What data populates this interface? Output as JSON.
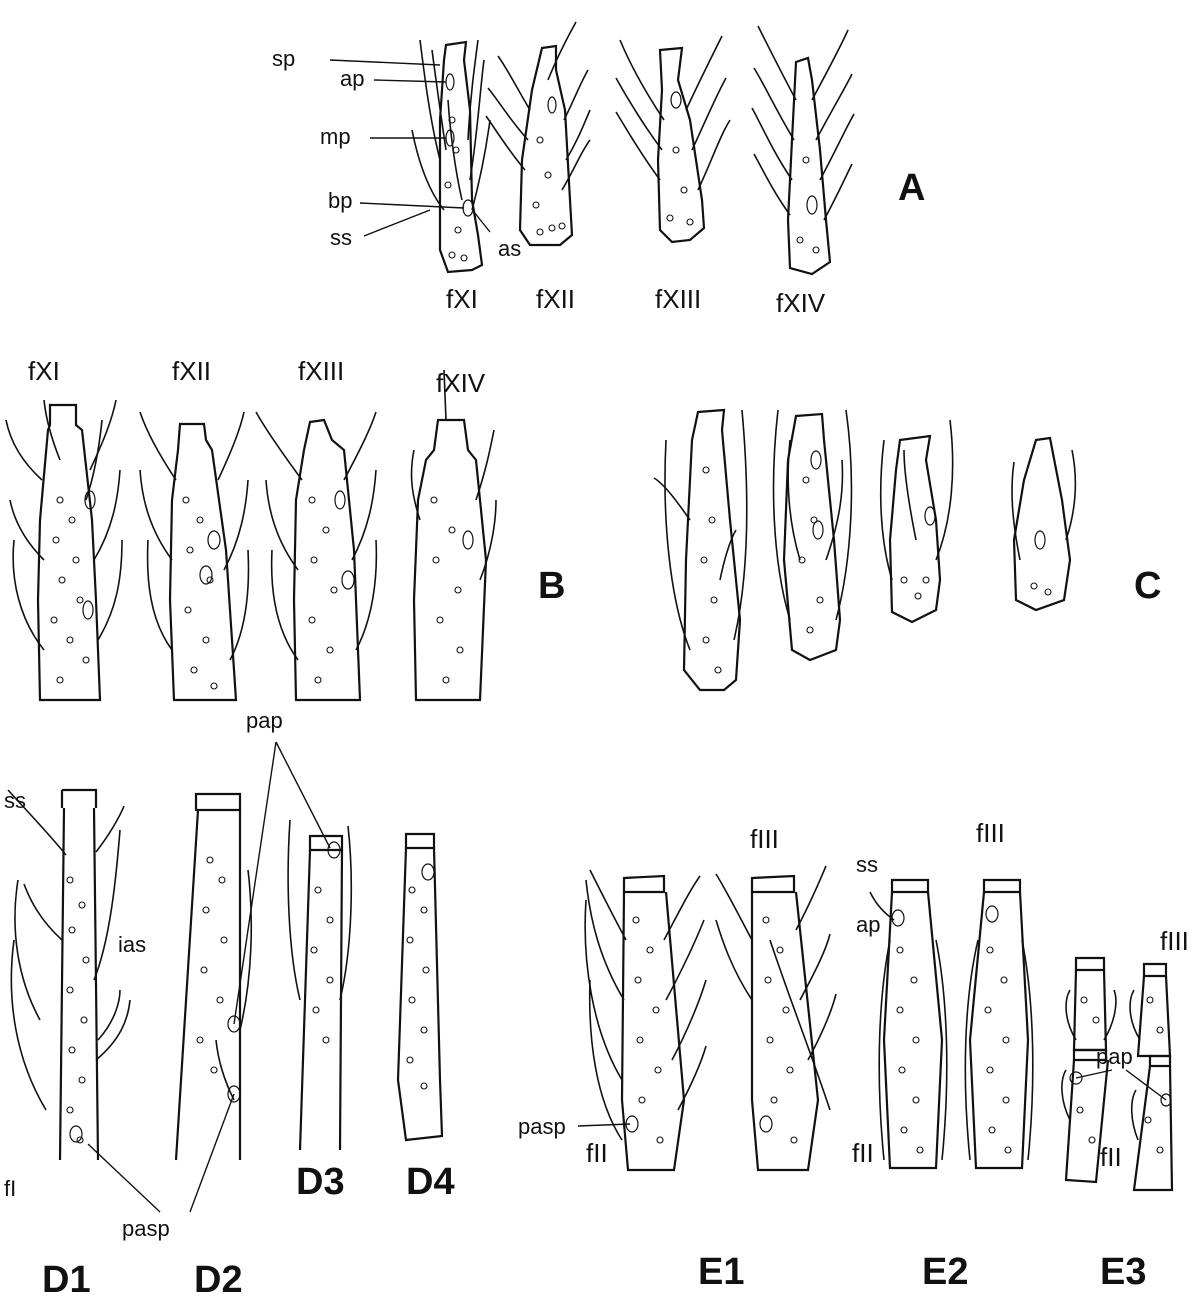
{
  "figure": {
    "panels": [
      {
        "id": "A",
        "label": "A",
        "segment_labels": [
          "fXI",
          "fXII",
          "fXIII",
          "fXIV"
        ],
        "structure_labels": [
          "sp",
          "ap",
          "mp",
          "bp",
          "ss",
          "as"
        ]
      },
      {
        "id": "B",
        "label": "B",
        "segment_labels": [
          "fXI",
          "fXII",
          "fXIII",
          "fXIV"
        ]
      },
      {
        "id": "C",
        "label": "C"
      },
      {
        "id": "D",
        "sublabels": [
          "D1",
          "D2",
          "D3",
          "D4"
        ],
        "structure_labels": [
          "ss",
          "ias",
          "fI",
          "pap",
          "pasp"
        ]
      },
      {
        "id": "E",
        "sublabels": [
          "E1",
          "E2",
          "E3"
        ],
        "segment_labels": [
          "fIII",
          "fIII",
          "fIII",
          "fII",
          "fII",
          "fII"
        ],
        "structure_labels": [
          "ss",
          "ap",
          "pasp",
          "pap"
        ]
      }
    ]
  }
}
